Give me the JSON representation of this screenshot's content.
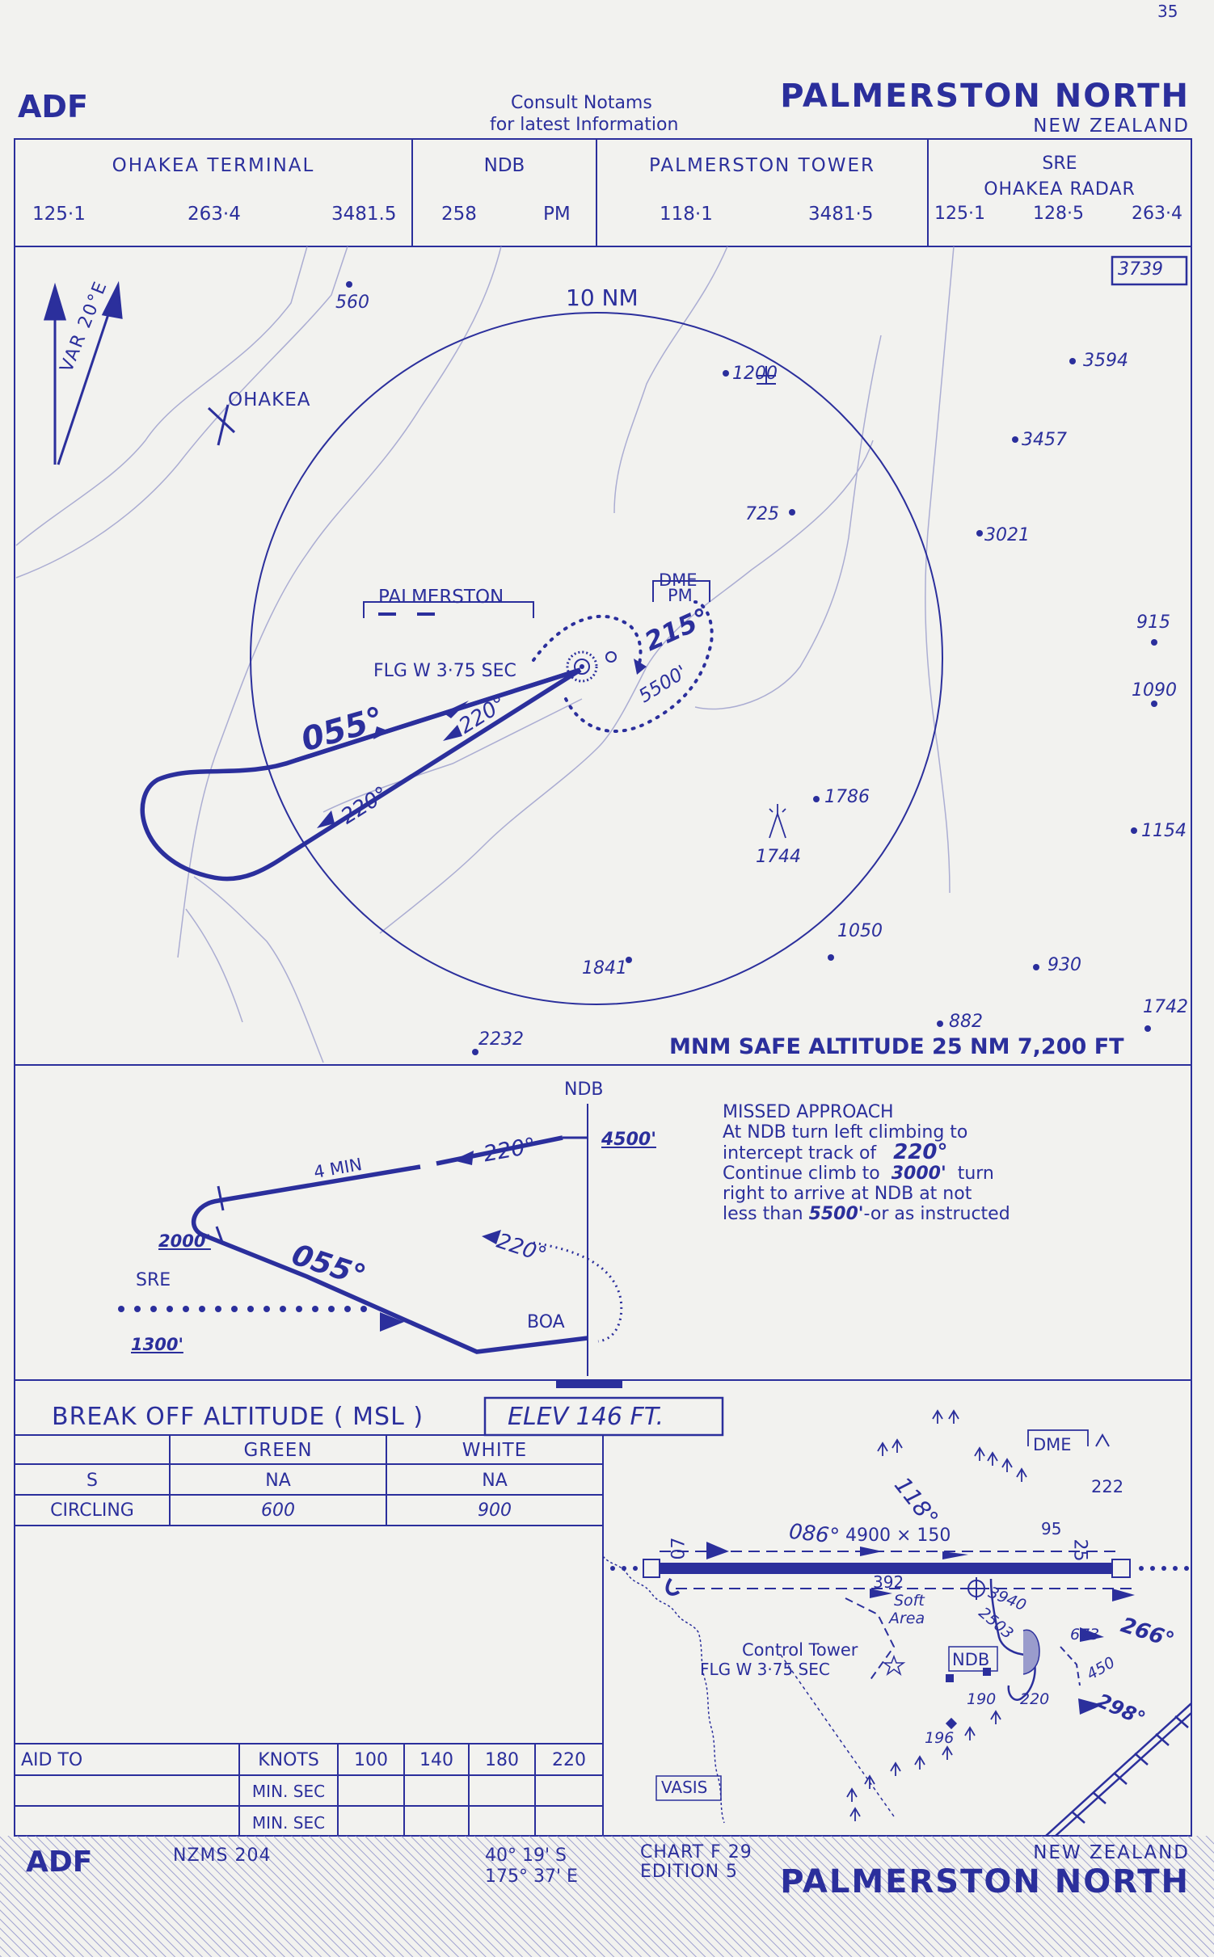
{
  "page_number": "35",
  "header": {
    "left_code": "ADF",
    "notice_line1": "Consult   Notams",
    "notice_line2": "for  latest  Information",
    "title": "PALMERSTON  NORTH",
    "country": "NEW  ZEALAND"
  },
  "freq": {
    "terminal": {
      "label": "OHAKEA  TERMINAL",
      "f1": "125·1",
      "f2": "263·4",
      "f3": "3481.5"
    },
    "ndb": {
      "label": "NDB",
      "f1": "258",
      "f2": "PM"
    },
    "tower": {
      "label": "PALMERSTON  TOWER",
      "f1": "118·1",
      "f2": "3481·5"
    },
    "sre": {
      "label1": "SRE",
      "label2": "OHAKEA  RADAR",
      "f1": "125·1",
      "f2": "128·5",
      "f3": "263·4"
    }
  },
  "plan": {
    "max_elev": "3739",
    "var": "VAR  20°E",
    "ring": "10 NM",
    "ohakea": "OHAKEA",
    "palmerston": "PALMERSTON",
    "dme": "DME",
    "dme_id": "PM",
    "flg": "FLG   W   3·75  SEC",
    "crs_055": "055°",
    "crs_220a": "220°",
    "crs_220b": "220°",
    "crs_215": "215°",
    "alt_5500": "5500'",
    "msa": "MNM SAFE ALTITUDE 25 NM   7,200 FT",
    "spots": [
      "560",
      "1200",
      "3594",
      "3457",
      "725",
      "3021",
      "915",
      "1090",
      "1786",
      "1744",
      "1154",
      "1050",
      "930",
      "1841",
      "882",
      "1742",
      "2232"
    ]
  },
  "profile": {
    "ndb": "NDB",
    "alt_4500": "4500'",
    "crs_220a": "220°",
    "crs_220b": "220°",
    "crs_055": "055°",
    "four_min": "4  MIN",
    "alt_2000": "2000'",
    "sre": "SRE",
    "alt_1300": "1300'",
    "boa": "BOA",
    "missed_title": "MISSED  APPROACH",
    "missed_1": "At  NDB  turn  left  climbing  to",
    "missed_2": "intercept  track  of",
    "missed_2b": "220°",
    "missed_3": "Continue  climb  to",
    "missed_3b": "3000'",
    "missed_3c": "turn",
    "missed_4": "right  to  arrive  at  NDB  at  not",
    "missed_5": "less  than",
    "missed_5b": "5500'",
    "missed_5c": "-or  as  instructed"
  },
  "boa_table": {
    "title": "BREAK  OFF  ALTITUDE  ( MSL )",
    "elev": "ELEV   146   FT.",
    "col_green": "GREEN",
    "col_white": "WHITE",
    "rows": [
      {
        "label": "S",
        "green": "NA",
        "white": "NA"
      },
      {
        "label": "CIRCLING",
        "green": "600",
        "white": "900"
      }
    ]
  },
  "timing": {
    "aid": "AID TO",
    "knots": "KNOTS",
    "speeds": [
      "100",
      "140",
      "180",
      "220"
    ],
    "min_sec": "MIN. SEC"
  },
  "aerodrome": {
    "dme": "DME",
    "dme_elev": "222",
    "hdg_118": "118°",
    "rwy": "4900  ×  150",
    "hdg_086": "086°",
    "rwy_07": "07",
    "rwy_25": "25",
    "e95": "95",
    "e392": "392",
    "soft": "Soft",
    "area": "Area",
    "e3940": "3940",
    "e2503": "2503",
    "e673": "673",
    "hdg_266": "266°",
    "tower": "Control Tower",
    "flg": "FLG   W   3·75  SEC",
    "ndb": "NDB",
    "e450": "450",
    "e190": "190",
    "e220": "220",
    "hdg_298": "298°",
    "e196": "196",
    "vasis": "VASIS"
  },
  "footer": {
    "left_code": "ADF",
    "nzms": "NZMS   204",
    "lat": "40°   19' S",
    "lon": "175°   37' E",
    "chart": "CHART  F 29",
    "edition": "EDITION  5",
    "country": "NEW  ZEALAND",
    "title": "PALMERSTON  NORTH"
  }
}
